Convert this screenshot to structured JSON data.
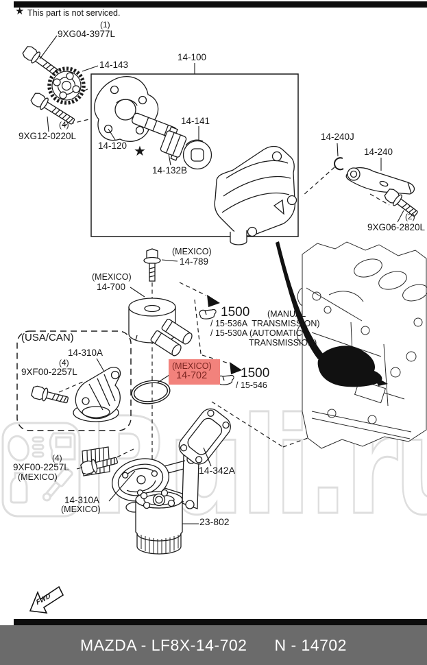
{
  "colors": {
    "line": "#1c1c1c",
    "highlight_bg": "#f2827c",
    "highlight_text": "#7b2420",
    "footer_bg": "#6b6b6b",
    "footer_text": "#ffffff",
    "watermark": "#dedede"
  },
  "legend": {
    "star": "★",
    "note": "This part is not serviced."
  },
  "assembly_box": {
    "ref": "14-100"
  },
  "parts": {
    "sprocket_bolt": {
      "qty": "(1)",
      "ref": "9XG04-3977L"
    },
    "sprocket": {
      "ref": "14-143"
    },
    "pump_bolt": {
      "qty": "(4)",
      "ref": "9XG12-0220L"
    },
    "rotor_plate": {
      "ref": "14-120"
    },
    "shaft_marker": {
      "star": "★"
    },
    "coupling": {
      "ref": "14-132B"
    },
    "socket": {
      "ref": "14-141"
    },
    "snap_ring": {
      "ref": "14-240J"
    },
    "arm": {
      "ref": "14-240"
    },
    "arm_bolt": {
      "qty": "(2)",
      "ref": "9XG06-2820L"
    },
    "cooler_bolt": {
      "region": "(MEXICO)",
      "ref": "14-789"
    },
    "oil_cooler": {
      "region": "(MEXICO)",
      "ref": "14-700"
    },
    "oring_highlight": {
      "region": "(MEXICO)",
      "ref": "14-702"
    },
    "usa_can": {
      "title": "(USA/CAN)",
      "bracket": "14-310A",
      "bolt_qty": "(4)",
      "bolt_ref": "9XF00-2257L"
    },
    "mexico_bolt": {
      "qty": "(4)",
      "ref": "9XF00-2257L",
      "region": "(MEXICO)"
    },
    "mexico_bracket": {
      "ref": "14-310A",
      "region": "(MEXICO)"
    },
    "gasket": {
      "ref": "14-342A"
    },
    "oil_filter": {
      "ref": "23-802"
    }
  },
  "callout_1500_trans": {
    "num": "1500",
    "line1": "(MANUAL",
    "line2": "/ 15-536A  TRANSMISSION)",
    "line3": "/ 15-530A (AUTOMATIC",
    "line4": "TRANSMISSION)"
  },
  "callout_1500_gasket": {
    "num": "1500",
    "sub": "/ 15-546"
  },
  "fwd_marker": {
    "label": "FWD"
  },
  "watermark": {
    "text": "Ruli.ru"
  },
  "footer": {
    "catalog_ref": "MAZDA - LF8X-14-702",
    "part_number": "N - 14702"
  }
}
